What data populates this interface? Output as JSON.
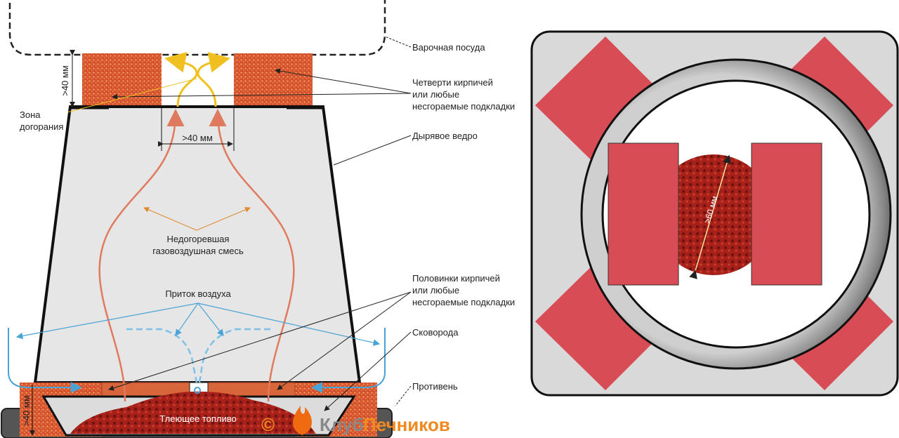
{
  "labels": {
    "cookware": "Варочная посуда",
    "quarter_bricks": [
      "Четверти кирпичей",
      "или любые",
      "несгораемые подкладки"
    ],
    "afterburn_zone": [
      "Зона",
      "догорания"
    ],
    "holey_bucket": "Дырявое ведро",
    "gap_top": ">40 мм",
    "height_top": ">40 мм",
    "height_bottom": ">40 мм",
    "unburnt_mix": [
      "Недогоревшая",
      "газовоздушная смесь"
    ],
    "air_inflow": "Приток воздуха",
    "half_bricks": [
      "Половинки кирпичей",
      "или любые",
      "несгораемые подкладки"
    ],
    "frying_pan": "Сковорода",
    "baking_tray": "Противень",
    "smoldering_fuel": "Тлеющее топливо",
    "fuel_diameter": ">60 мм"
  },
  "watermark": {
    "copyright": "©",
    "part1": "Клуб",
    "part2": "Печников"
  },
  "colors": {
    "brick": "#d9553a",
    "bucket": "#e6e6e6",
    "air": "#4aa3d6",
    "gas": "#e07a5f",
    "flame": "#f0c020",
    "plate": "#d84c55"
  }
}
